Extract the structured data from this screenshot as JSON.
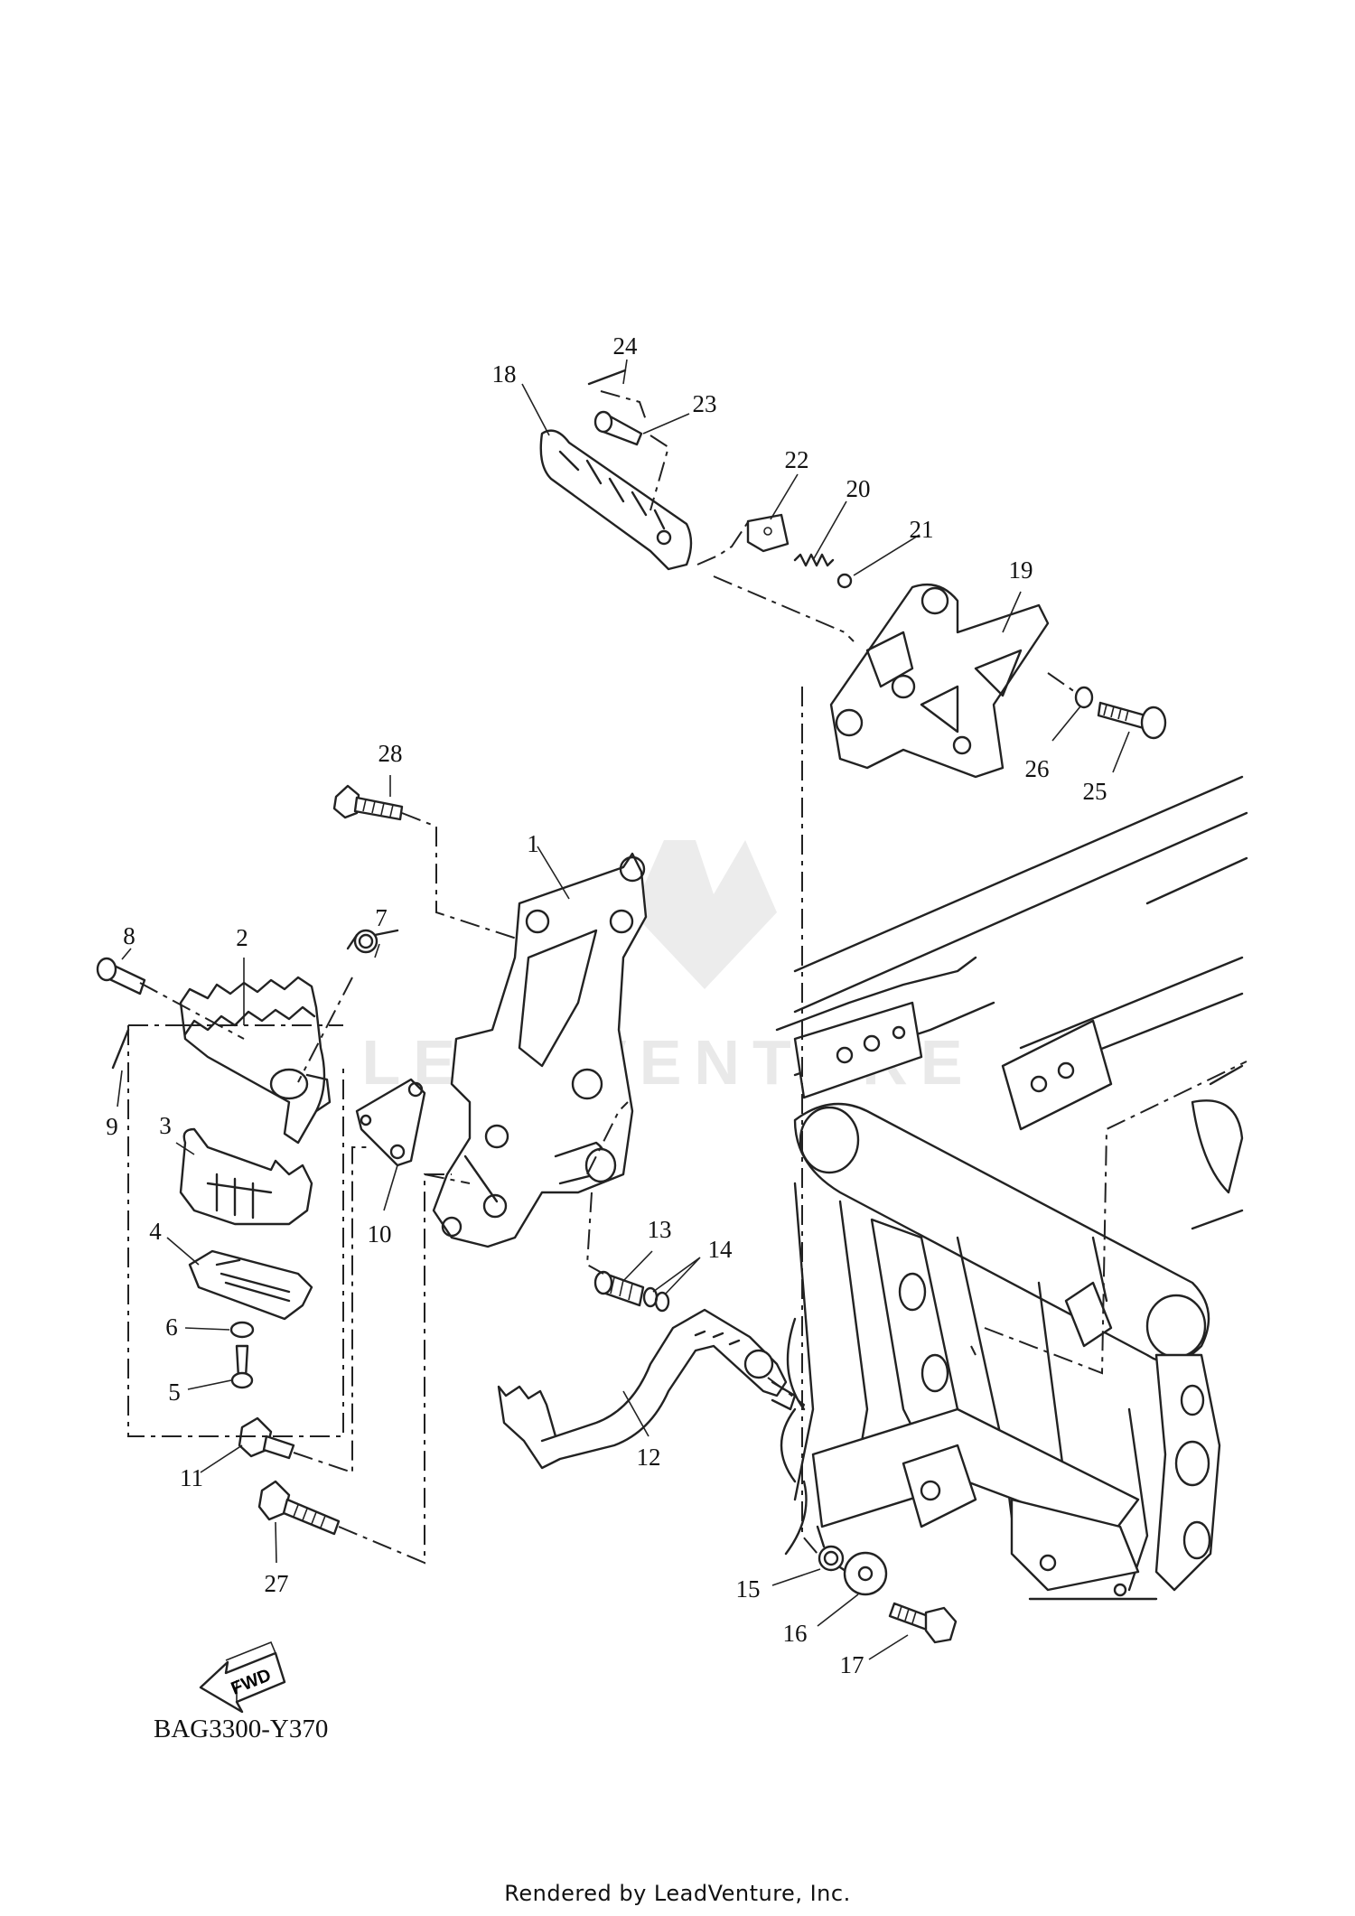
{
  "diagram": {
    "parts": [
      {
        "ref": "1"
      },
      {
        "ref": "2"
      },
      {
        "ref": "3"
      },
      {
        "ref": "4"
      },
      {
        "ref": "5"
      },
      {
        "ref": "6"
      },
      {
        "ref": "7"
      },
      {
        "ref": "8"
      },
      {
        "ref": "9"
      },
      {
        "ref": "10"
      },
      {
        "ref": "11"
      },
      {
        "ref": "12"
      },
      {
        "ref": "13"
      },
      {
        "ref": "14"
      },
      {
        "ref": "15"
      },
      {
        "ref": "16"
      },
      {
        "ref": "17"
      },
      {
        "ref": "18"
      },
      {
        "ref": "19"
      },
      {
        "ref": "20"
      },
      {
        "ref": "21"
      },
      {
        "ref": "22"
      },
      {
        "ref": "23"
      },
      {
        "ref": "24"
      },
      {
        "ref": "25"
      },
      {
        "ref": "26"
      },
      {
        "ref": "27"
      },
      {
        "ref": "28"
      }
    ],
    "diagram_code": "BAG3300-Y370",
    "fwd_label": "FWD",
    "watermark": "LEADVENTURE",
    "footer": "Rendered by LeadVenture, Inc."
  }
}
